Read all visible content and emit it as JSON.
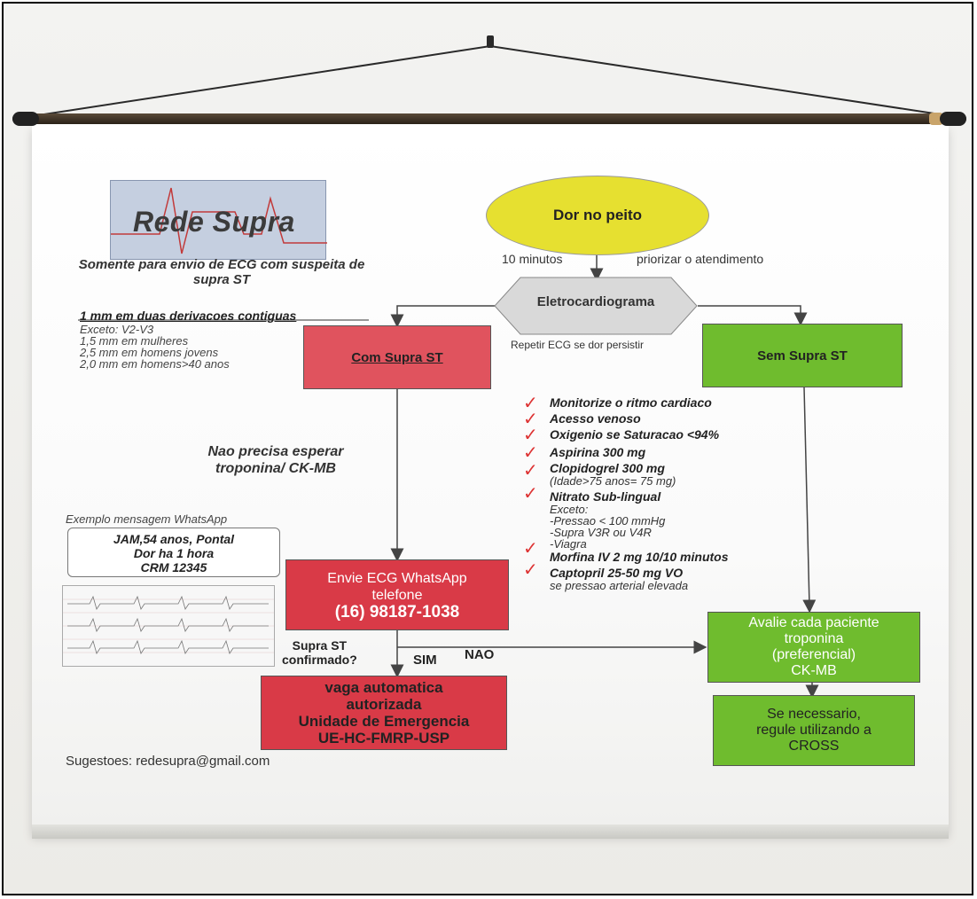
{
  "logo": {
    "text": "Rede Supra",
    "note": "Somente para envio de ECG com suspeita de supra ST"
  },
  "start": {
    "label": "Dor no peito",
    "left_note": "10 minutos",
    "right_note": "priorizar o atendimento"
  },
  "ecg": {
    "label": "Eletrocardiograma",
    "repeat_note": "Repetir ECG se dor persistir"
  },
  "criteria": {
    "title": "1 mm em duas derivacoes contiguas",
    "items": [
      "Exceto: V2-V3",
      "1,5 mm em mulheres",
      "2,5 mm em homens jovens",
      "2,0 mm em homens>40 anos"
    ]
  },
  "com_supra": {
    "label": "Com Supra ST",
    "note": "Nao precisa esperar troponina/ CK-MB"
  },
  "sem_supra": {
    "label": "Sem Supra ST"
  },
  "steps": [
    {
      "text": "Monitorize o ritmo cardiaco"
    },
    {
      "text": "Acesso venoso"
    },
    {
      "text": "Oxigenio se Saturacao <94%"
    },
    {
      "text": "Aspirina 300 mg"
    },
    {
      "text": "Clopidogrel 300 mg",
      "sub": [
        "(Idade>75 anos= 75 mg)"
      ]
    },
    {
      "text": "Nitrato Sub-lingual",
      "sub": [
        "Exceto:",
        "-Pressao < 100 mmHg",
        "-Supra V3R ou V4R",
        "-Viagra"
      ]
    },
    {
      "text": "Morfina IV 2 mg 10/10 minutos"
    },
    {
      "text": "Captopril 25-50 mg VO",
      "sub": [
        "se pressao arterial elevada"
      ]
    }
  ],
  "whatsapp": {
    "title": "Exemplo mensagem WhatsApp",
    "lines": [
      "JAM,54 anos, Pontal",
      "Dor  ha 1 hora",
      "CRM 12345"
    ]
  },
  "envie": {
    "line1": "Envie ECG WhatsApp",
    "line2": "telefone",
    "phone": "(16) 98187-1038"
  },
  "decision": {
    "q1": "Supra ST",
    "q2": "confirmado?",
    "yes": "SIM",
    "no": "NAO"
  },
  "vaga": {
    "lines": [
      "vaga automatica",
      "autorizada",
      "Unidade de Emergencia",
      "UE-HC-FMRP-USP"
    ]
  },
  "avalie": {
    "lines": [
      "Avalie  cada paciente",
      "troponina",
      "(preferencial)",
      "CK-MB"
    ]
  },
  "regule": {
    "lines": [
      "Se necessario,",
      "regule utilizando a",
      "CROSS"
    ]
  },
  "footer": {
    "text": "Sugestoes: redesupra@gmail.com"
  },
  "colors": {
    "yellow": "#e6e030",
    "red": "#e0535e",
    "red_dark": "#d93a47",
    "green": "#6fbc2e",
    "check": "#dd3333"
  }
}
